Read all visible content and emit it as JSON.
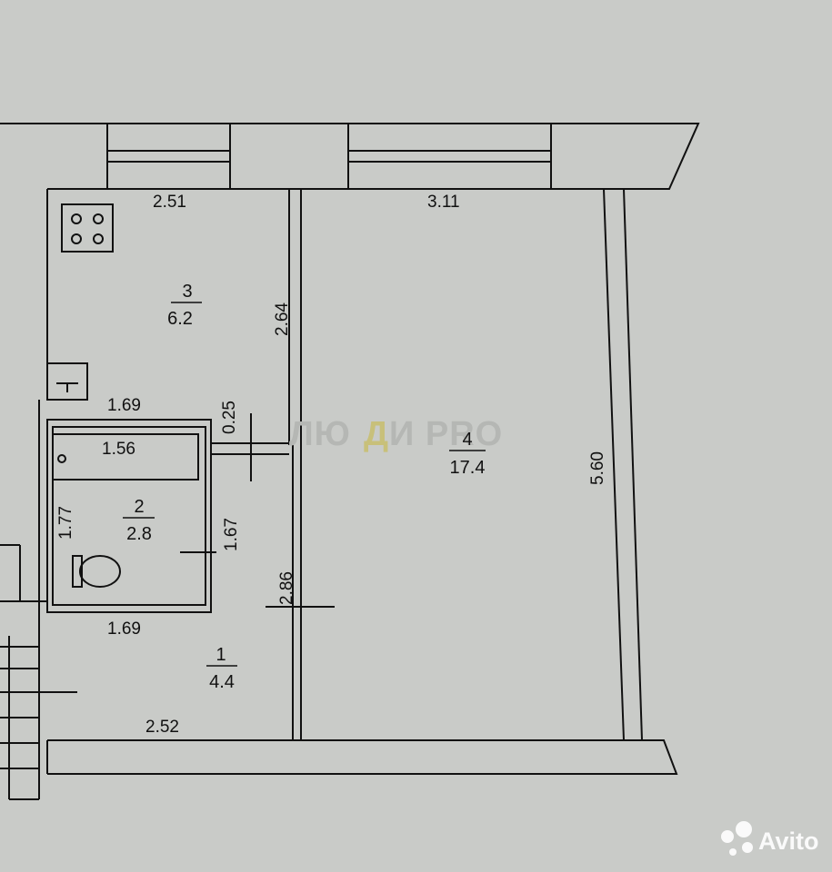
{
  "watermark": {
    "text_left": "ЛЮ",
    "text_mid": "Д",
    "text_right": "И PRO",
    "accent_color": "#c8c07a"
  },
  "avito_logo": {
    "text": "Avito"
  },
  "rooms": [
    {
      "number": "3",
      "area": "6.2"
    },
    {
      "number": "2",
      "area": "2.8"
    },
    {
      "number": "1",
      "area": "4.4"
    },
    {
      "number": "4",
      "area": "17.4"
    }
  ],
  "dimensions": {
    "kitchen_top": "2.51",
    "room_top": "3.11",
    "kitchen_side": "2.64",
    "room_side": "5.60",
    "bath_top": "1.69",
    "partition_gap": "0.25",
    "bathtub": "1.56",
    "bath_left": "1.77",
    "bath_right": "1.67",
    "bath_bottom": "1.69",
    "hall_side": "2.86",
    "hall_bottom": "2.52"
  },
  "icons": [
    "stove-icon",
    "sink-icon",
    "bathtub-icon",
    "toilet-icon"
  ]
}
